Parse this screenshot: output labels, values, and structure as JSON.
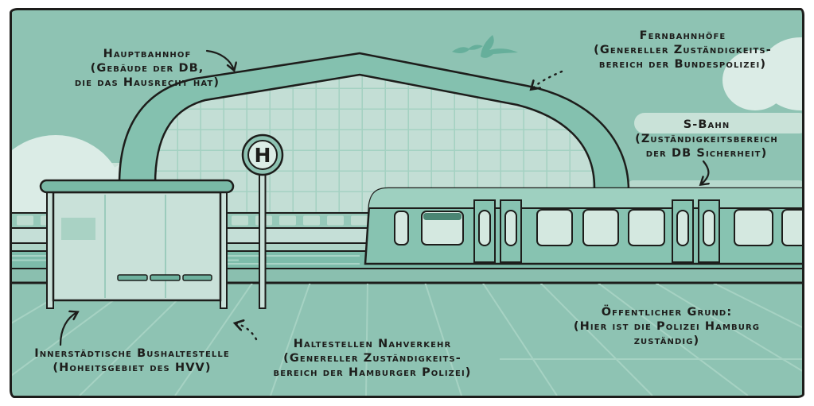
{
  "labels": {
    "hauptbahnhof": {
      "line1": "Hauptbahnhof",
      "line2": "(Gebäude der DB,",
      "line3": "die das Hausrecht hat)"
    },
    "fernbahnhoefe": {
      "line1": "Fernbahnhöfe",
      "line2": "(Genereller Zuständigkeits-",
      "line3": "bereich der Bundespolizei)"
    },
    "sbahn": {
      "line1": "S-Bahn",
      "line2": "(Zuständigkeitsbereich",
      "line3": "der DB Sicherheit)"
    },
    "bushaltestelle": {
      "line1": "Innerstädtische Bushaltestelle",
      "line2": "(Hoheitsgebiet des HVV)"
    },
    "nahverkehr": {
      "line1": "Haltestellen Nahverkehr",
      "line2": "(Genereller Zuständigkeits-",
      "line3": "bereich der Hamburger Polizei)"
    },
    "oeffentlicher_grund": {
      "line1": "Öffentlicher Grund:",
      "line2": "(Hier ist die Polizei Hamburg",
      "line3": "zuständig)"
    }
  },
  "signs": {
    "h_sign_letter": "H"
  },
  "palette": {
    "ink": "#1d1d1b",
    "sky": "#8ec3b3",
    "arch": "#84c1af",
    "glass": "#c3ded5",
    "glass-grid": "#a4d1c2",
    "cloud": "#dbece6",
    "cloud-band": "#c9e2d8",
    "cloud-band2": "#b7d9cd",
    "train-body": "#87c3b1",
    "train-roof": "#9ed0c0",
    "window": "#d4e8e0",
    "display-strip": "#4a8573",
    "track-band": "#7dbcaa",
    "stripe-light": "#c5dfd7",
    "stripe-mid": "#aed4c7",
    "tile-band": "#96c9b9",
    "tile": "#bedcd0",
    "ground-line": "#a6d2c3",
    "bird": "#66af9b",
    "shelter-roof": "#79b9a6",
    "shelter-glass": "#c9e1d9",
    "poster": "#a9d2c4",
    "bench": "#6db19e",
    "platform": "#8abfaf"
  }
}
